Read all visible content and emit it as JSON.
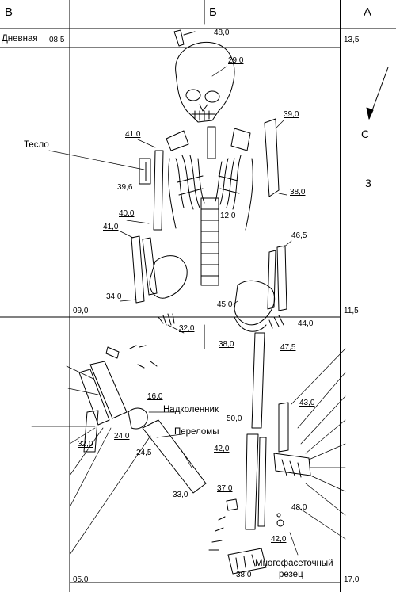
{
  "columns": {
    "v": "В",
    "b": "Б",
    "a": "А"
  },
  "depth_labels": {
    "surface_label": "Дневная",
    "surface_value": "08.5",
    "tr": "13,5",
    "mr": "11,5",
    "ml": "09,0",
    "bl": "05,0",
    "br": "17,0"
  },
  "compass": {
    "label": "С"
  },
  "square_number": "3",
  "annotations": {
    "adze": "Тесло",
    "patella": "Надколенник",
    "fractures": "Переломы",
    "burin_line1": "Многофасеточный",
    "burin_line2": "резец"
  },
  "depth_marks": {
    "d48_top": "48,0",
    "d29": "29,0",
    "d39": "39,0",
    "d41a": "41,0",
    "d39_6": "39,6",
    "d38": "38,0",
    "d12": "12,0",
    "d40": "40,0",
    "d41b": "41,0",
    "d46_5": "46,5",
    "d34": "34,0",
    "d45": "45,0",
    "d32": "32,0",
    "d44": "44,0",
    "d38b": "38,0",
    "d47_5": "47,5",
    "d16": "16,0",
    "d43": "43,0",
    "d50": "50,0",
    "d24": "24,0",
    "d32b": "32,0",
    "d24_5": "24,5",
    "d42": "42,0",
    "d33": "33,0",
    "d37": "37,0",
    "d48b": "48,0",
    "d42b": "42,0",
    "d38c": "38,0"
  }
}
